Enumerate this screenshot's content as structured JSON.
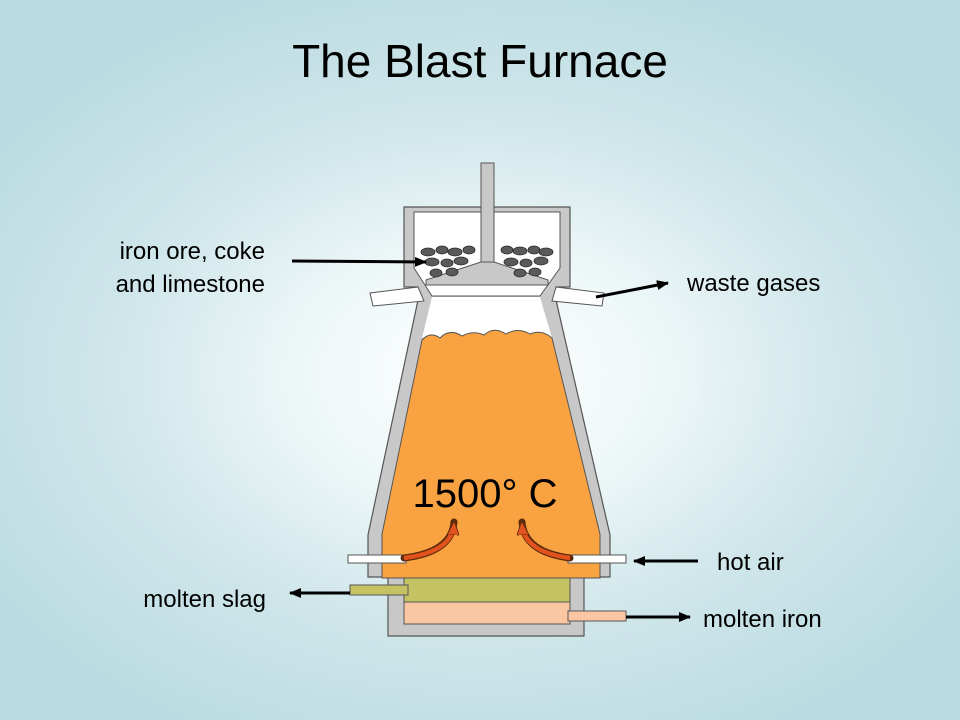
{
  "title": "The Blast Furnace",
  "labels": {
    "charge_line1": "iron ore, coke",
    "charge_line2": "and limestone",
    "waste_gases": "waste gases",
    "temperature": "1500° C",
    "hot_air": "hot air",
    "molten_slag": "molten slag",
    "molten_iron": "molten iron"
  },
  "colors": {
    "wall": "#c8c8c8",
    "outline": "#555555",
    "hot_zone": "#f9a241",
    "slag": "#c4c263",
    "molten_iron": "#fbc6a2",
    "arrow_red": "#e2521c",
    "ore_lumps": "#5a5a5a"
  }
}
